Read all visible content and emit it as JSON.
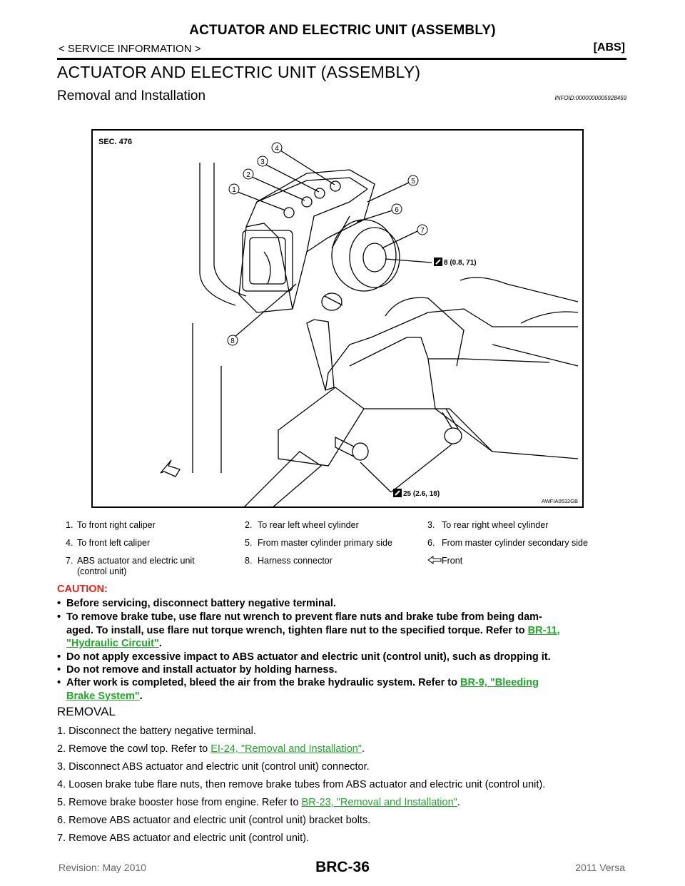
{
  "header": {
    "title": "ACTUATOR AND ELECTRIC UNIT (ASSEMBLY)",
    "section": "< SERVICE INFORMATION >",
    "code": "[ABS]"
  },
  "page_title": "ACTUATOR AND ELECTRIC UNIT (ASSEMBLY)",
  "subtitle": "Removal and Installation",
  "info_id": "INFOID:0000000005928459",
  "figure": {
    "section_label": "SEC. 476",
    "callouts": [
      "1",
      "2",
      "3",
      "4",
      "5",
      "6",
      "7",
      "8"
    ],
    "torque_upper": "8 (0.8, 71)",
    "torque_lower": "25 (2.6, 18)",
    "figure_id": "AWFIA0532GB"
  },
  "legend": [
    {
      "n": "1.",
      "text": "To front right caliper"
    },
    {
      "n": "2.",
      "text": "To rear left wheel cylinder"
    },
    {
      "n": "3.",
      "text": "To rear right wheel cylinder"
    },
    {
      "n": "4.",
      "text": "To front left caliper"
    },
    {
      "n": "5.",
      "text": "From master cylinder primary side"
    },
    {
      "n": "6.",
      "text": "From master cylinder secondary side"
    },
    {
      "n": "7.",
      "text": "ABS actuator and electric unit (control unit)"
    },
    {
      "n": "8.",
      "text": "Harness connector"
    },
    {
      "n": "",
      "text": "Front"
    }
  ],
  "caution": {
    "heading": "CAUTION:",
    "item1": "Before servicing, disconnect battery negative terminal.",
    "item2_a": "To remove brake tube, use flare nut wrench to prevent flare nuts and brake tube from being dam-",
    "item2_b": "aged. To install, use flare nut torque wrench, tighten flare nut to the specified torque. Refer to ",
    "item2_link1": "BR-11,",
    "item2_link2": "\"Hydraulic Circuit\"",
    "item2_end": ".",
    "item3": "Do not apply excessive impact to ABS actuator and electric unit (control unit), such as dropping it.",
    "item4": "Do not remove and install actuator by holding harness.",
    "item5_a": "After work is completed, bleed the air from the brake hydraulic system. Refer to ",
    "item5_link1": "BR-9, \"Bleeding",
    "item5_link2": "Brake System\"",
    "item5_end": "."
  },
  "removal": {
    "heading": "REMOVAL",
    "step1": "1. Disconnect the battery negative terminal.",
    "step2_a": "2. Remove the cowl top. Refer to ",
    "step2_link": "EI-24, \"Removal and Installation\"",
    "step2_end": ".",
    "step3": "3. Disconnect ABS actuator and electric unit (control unit) connector.",
    "step4": "4. Loosen brake tube flare nuts, then remove brake tubes from ABS actuator and electric unit (control unit).",
    "step5_a": "5. Remove brake booster hose from engine. Refer to ",
    "step5_link": "BR-23, \"Removal and Installation\"",
    "step5_end": ".",
    "step6": "6. Remove ABS actuator and electric unit (control unit) bracket bolts.",
    "step7": "7. Remove ABS actuator and electric unit (control unit)."
  },
  "footer": {
    "revision": "Revision: May 2010",
    "code": "BRC-36",
    "model": "2011 Versa"
  },
  "colors": {
    "link": "#21a72a",
    "footer_text": "#666666"
  }
}
